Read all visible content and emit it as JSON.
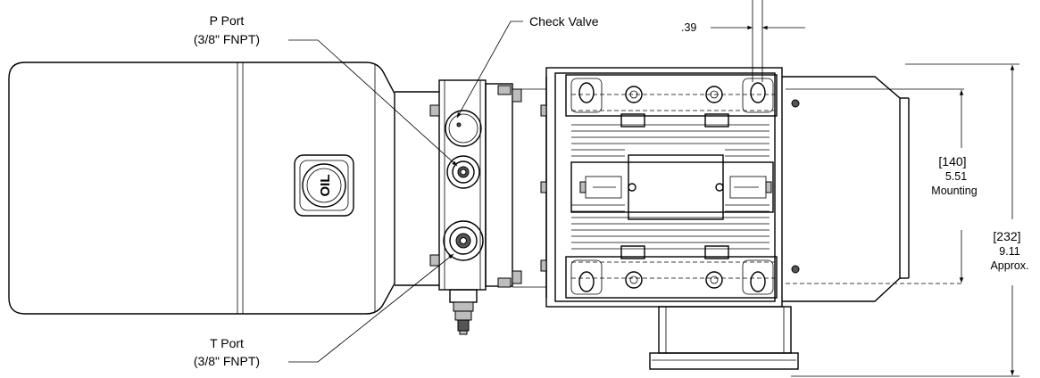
{
  "callouts": {
    "p_port_name": "P Port",
    "p_port_spec": "(3/8\" FNPT)",
    "check_valve": "Check Valve",
    "t_port_name": "T Port",
    "t_port_spec": "(3/8\" FNPT)"
  },
  "reservoir": {
    "cap_text": "OIL"
  },
  "dimensions": {
    "gap": ".39",
    "mounting_mm": "[140]",
    "mounting_in": "5.51",
    "mounting_label": "Mounting",
    "overall_mm": "[232]",
    "overall_in": "9.11",
    "overall_label": "Approx."
  }
}
